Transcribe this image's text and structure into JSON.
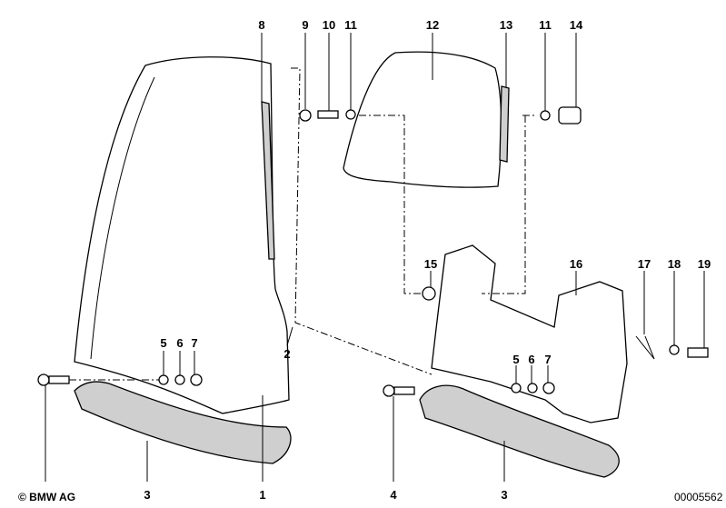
{
  "diagram": {
    "labels": {
      "l8": "8",
      "l9": "9",
      "l10": "10",
      "l11a": "11",
      "l12": "12",
      "l13": "13",
      "l11b": "11",
      "l14": "14",
      "l15": "15",
      "l16": "16",
      "l17": "17",
      "l18": "18",
      "l19": "19",
      "l5a": "5",
      "l6a": "6",
      "l7a": "7",
      "l2": "2",
      "l5b": "5",
      "l6b": "6",
      "l7b": "7",
      "l3a": "3",
      "l1": "1",
      "l4": "4",
      "l3b": "3"
    },
    "copyright": "© BMW AG",
    "part_number": "00005562"
  }
}
